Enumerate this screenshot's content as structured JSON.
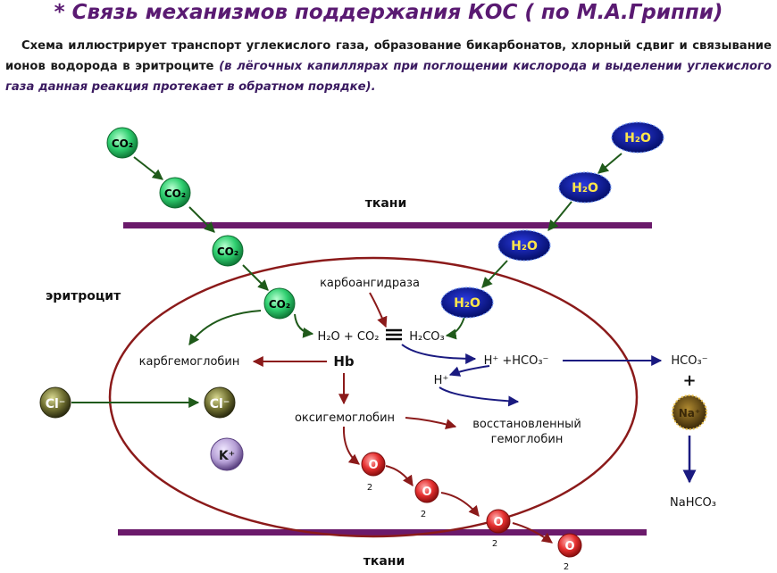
{
  "title": "*  Связь механизмов поддержания КОС ( по М.А.Гриппи)",
  "description": {
    "main": "Схема иллюстрирует транспорт углекислого газа, образование бикарбонатов, хлорный сдвиг и связывание ионов водорода в эритроците",
    "italic": "(в лёгочных капиллярах при поглощении кислорода и выделении углекислого газа данная реакция протекает в обратном порядке)."
  },
  "labels": {
    "tissue_top": "ткани",
    "tissue_bottom": "ткани",
    "erythrocyte": "эритроцит",
    "carbonic_anhydrase": "карбоангидраза",
    "reaction_left": "H₂O + CO₂",
    "reaction_right": "H₂CO₃",
    "ions": "H⁺ +HCO₃⁻",
    "bicarbonate_out": "HCO₃⁻",
    "plus": "+",
    "hydrogen": "H⁺",
    "hb": "Hb",
    "carbhemoglobin": "карбгемоглобин",
    "oxyhemoglobin": "оксигемоглобин",
    "reduced_hb_line1": "восстановленный",
    "reduced_hb_line2": "гемоглобин",
    "nahco3": "NaHCO₃"
  },
  "molecules": {
    "co2": "CO₂",
    "h2o": "H₂O",
    "cl": "Cl⁻",
    "k": "K⁺",
    "na": "Na⁺",
    "o": "O",
    "o_sub": "2"
  },
  "colors": {
    "title": "#5a1a72",
    "membrane": "#6b1a6b",
    "cell_outline": "#8b1a1a",
    "co2_fill": "#2fcf70",
    "h2o_fill": "#0a1a9a",
    "h2o_text": "#ffe64a",
    "green_arrow": "#1f5a1a",
    "dark_red_arrow": "#8b1a1a",
    "navy_arrow": "#1a1a80",
    "o2_fill": "#e53030",
    "cl_fill": "#5a5a2a",
    "k_fill": "#b6a0d6",
    "na_fill": "#6a5010"
  }
}
